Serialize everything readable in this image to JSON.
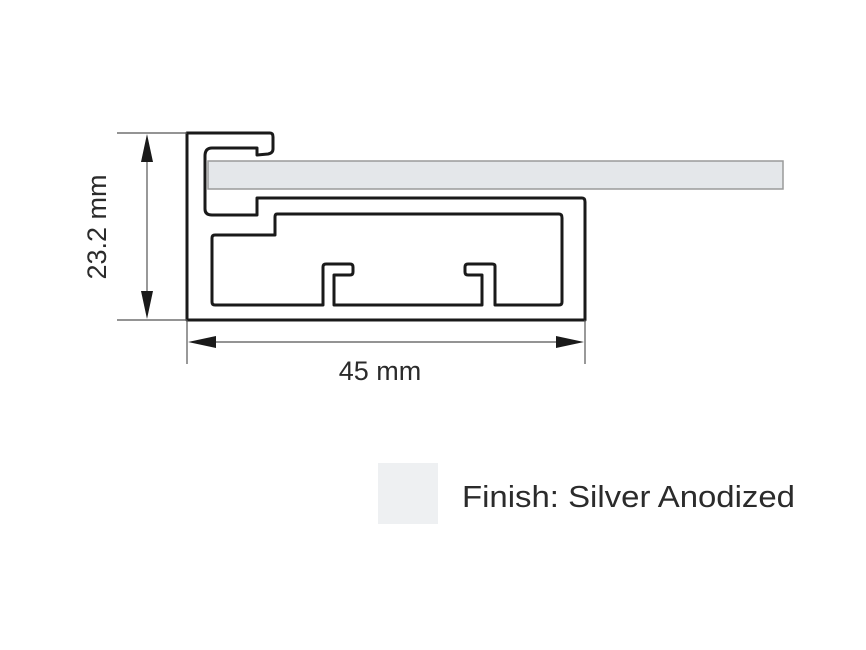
{
  "diagram": {
    "height_dimension": "23.2 mm",
    "width_dimension": "45 mm",
    "finish_label": "Finish: Silver Anodized",
    "colors": {
      "profile_stroke": "#1a1a1a",
      "dimension_line": "#555555",
      "glass_fill": "#e4e7ea",
      "glass_stroke": "#9a9a9a",
      "swatch_fill": "#eef0f2"
    }
  }
}
